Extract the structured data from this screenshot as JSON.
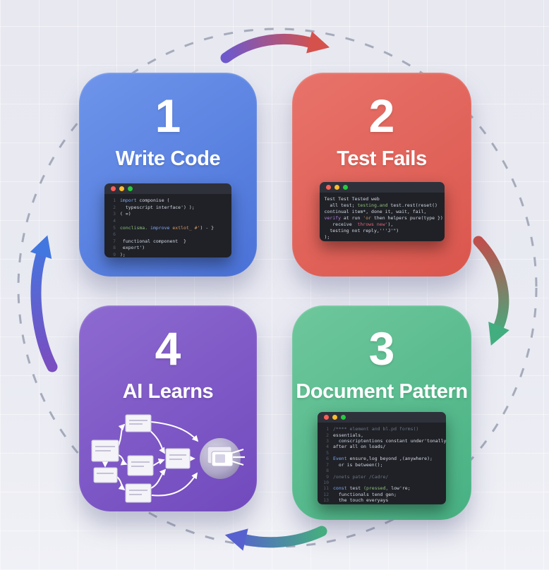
{
  "diagram": {
    "description": "Four-step circular AI coding loop"
  },
  "steps": [
    {
      "number": "1",
      "title": "Write Code"
    },
    {
      "number": "2",
      "title": "Test Fails"
    },
    {
      "number": "3",
      "title": "Document Pattern"
    },
    {
      "number": "4",
      "title": "AI Learns"
    }
  ],
  "colors": {
    "background": "#e9eaf2",
    "grid_line": "#f4f5f9",
    "dashed_circle": "#9aa0b2",
    "card1_from": "#6e95ea",
    "card1_to": "#4a72d8",
    "card2_from": "#e8736a",
    "card2_to": "#da564d",
    "card3_from": "#6ec79c",
    "card3_to": "#47b183",
    "card4_from": "#8d6ad0",
    "card4_to": "#7149bd",
    "arrow_top_from": "#6e58cc",
    "arrow_top_to": "#d5524c",
    "arrow_right_from": "#bf4f4c",
    "arrow_right_to": "#42ae80",
    "arrow_bottom_from": "#45ad7f",
    "arrow_bottom_to": "#5661cf",
    "arrow_left_from": "#7a4dc0",
    "arrow_left_to": "#4377e0",
    "traffic_red": "#ff5f57",
    "traffic_yellow": "#febc2e",
    "traffic_green": "#28c840",
    "window_header": "#2e313a",
    "window_body": "#1f2127"
  },
  "code_windows": {
    "window1": {
      "line_numbers": true,
      "lines": [
        [
          {
            "c": "cb",
            "t": "import"
          },
          {
            "c": "cw",
            "t": " componise ("
          }
        ],
        [
          {
            "c": "cw",
            "t": "  typescript interface') );"
          }
        ],
        [
          {
            "c": "cw",
            "t": "( =)"
          }
        ],
        [],
        [
          {
            "c": "cg",
            "t": "conclisma."
          },
          {
            "c": "cb",
            "t": " improve "
          },
          {
            "c": "co",
            "t": "extlot_ #'"
          },
          {
            "c": "cw",
            "t": ") - }"
          }
        ],
        [],
        [
          {
            "c": "cw",
            "t": " functional component  }"
          }
        ],
        [
          {
            "c": "cw",
            "t": " export')"
          }
        ],
        [
          {
            "c": "cw",
            "t": ");"
          }
        ]
      ]
    },
    "window2": {
      "line_numbers": false,
      "lines": [
        [
          {
            "c": "cw",
            "t": "Test Test Tested web"
          }
        ],
        [
          {
            "c": "cw",
            "t": "  all test; "
          },
          {
            "c": "cg",
            "t": "testing.and"
          },
          {
            "c": "cw",
            "t": " test.rest(reset()"
          }
        ],
        [
          {
            "c": "cw",
            "t": "continual item*, done it, wait, fail,"
          }
        ],
        [
          {
            "c": "cp",
            "t": "verify"
          },
          {
            "c": "cw",
            "t": " at run "
          },
          {
            "c": "co",
            "t": "'or"
          },
          {
            "c": "cw",
            "t": " then helpers pure(type })"
          }
        ],
        [
          {
            "c": "cw",
            "t": "   receive  "
          },
          {
            "c": "cr",
            "t": "throws new'"
          },
          {
            "c": "cw",
            "t": "),"
          }
        ],
        [
          {
            "c": "cw",
            "t": "  testing not reply,'''J'\")"
          }
        ],
        [
          {
            "c": "cw",
            "t": ");"
          }
        ]
      ]
    },
    "window3": {
      "line_numbers": true,
      "lines": [
        [
          {
            "c": "cgr",
            "t": "/**** element and bl.pd forms()"
          }
        ],
        [
          {
            "c": "cw",
            "t": "essentials,"
          }
        ],
        [
          {
            "c": "cw",
            "t": "  conscriptentions constant under'tonally;"
          }
        ],
        [
          {
            "c": "cw",
            "t": "after all on loads/"
          }
        ],
        [],
        [
          {
            "c": "cb",
            "t": "Event"
          },
          {
            "c": "cw",
            "t": " ensure,log beyond ,(anywhere);"
          }
        ],
        [
          {
            "c": "cw",
            "t": "  or is between();"
          }
        ],
        [],
        [
          {
            "c": "cgr",
            "t": "/onets pater /Cadre/"
          }
        ],
        [],
        [
          {
            "c": "cb",
            "t": "const"
          },
          {
            "c": "cw",
            "t": " test "
          },
          {
            "c": "cg",
            "t": "(pressed,"
          },
          {
            "c": "cw",
            "t": " low're;"
          }
        ],
        [
          {
            "c": "cw",
            "t": "  functionals tend gen;"
          }
        ],
        [
          {
            "c": "cw",
            "t": "  the touch everyays"
          }
        ]
      ]
    }
  }
}
